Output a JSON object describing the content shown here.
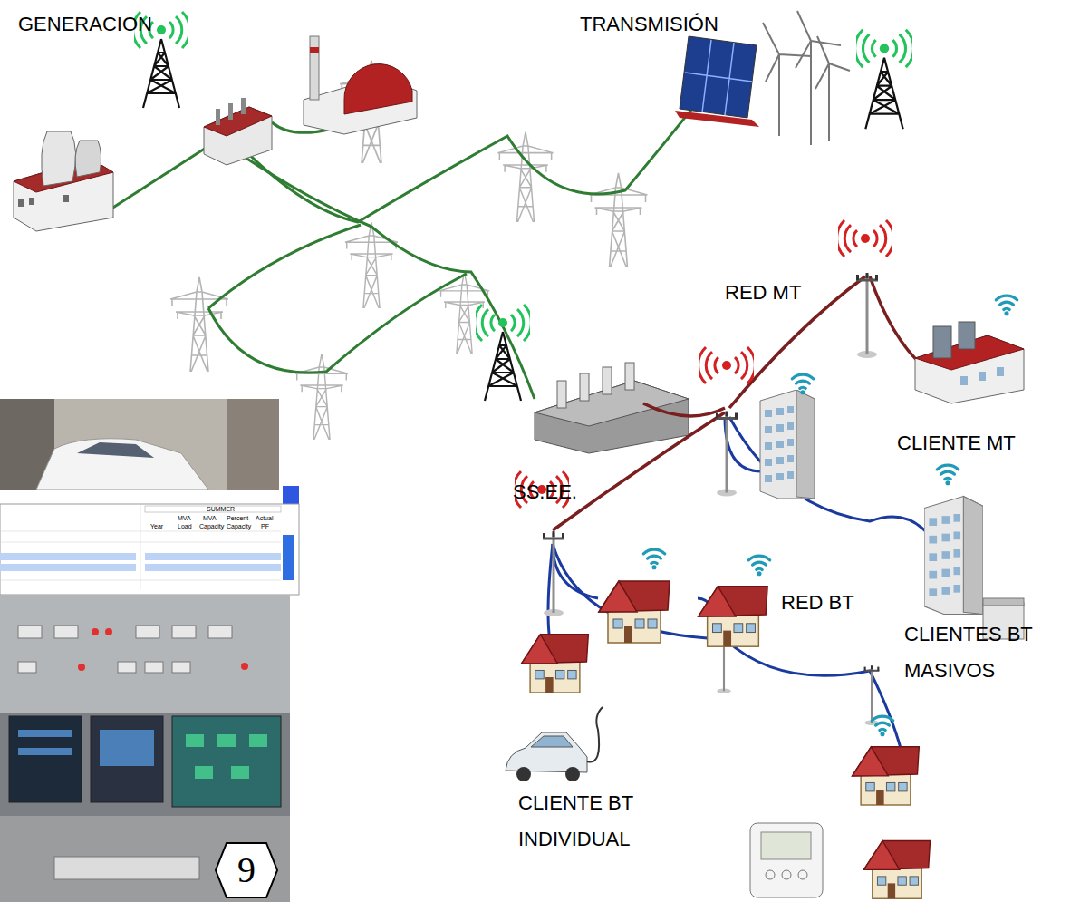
{
  "diagram": {
    "nodes": [
      {
        "text": [
          "9"
        ]
      }
    ],
    "labels": [
      "GENERACION",
      "TRANSMISIÓN",
      "RED MT",
      "CLIENTE MT",
      "SS.EE.",
      "RED BT",
      "CLIENTES BT MASIVOS",
      "CLIENTE BT INDIVIDUAL",
      "SUMMER",
      "MVA",
      "MVA",
      "Percent",
      "Actual",
      "Year",
      "Load",
      "Capacity",
      "Capacity",
      "PF"
    ]
  }
}
